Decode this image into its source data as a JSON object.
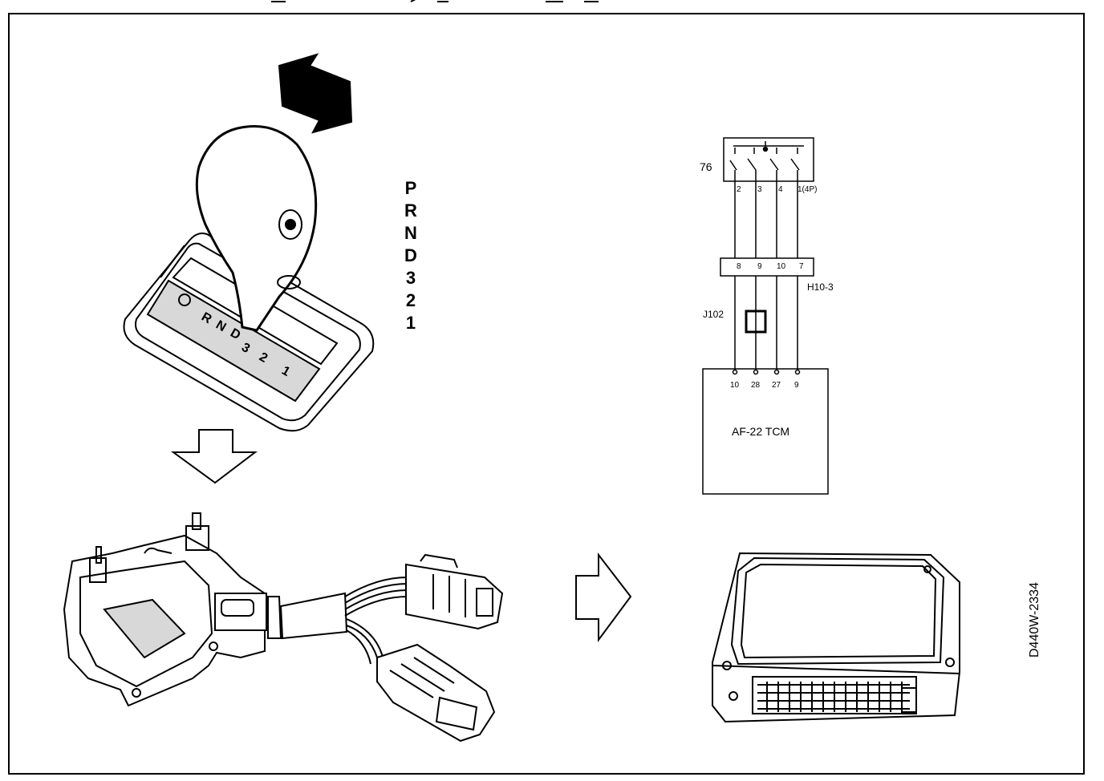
{
  "gear_positions": [
    "P",
    "R",
    "N",
    "D",
    "3",
    "2",
    "1"
  ],
  "gate_markings": [
    "R",
    "N",
    "D",
    "3",
    "2",
    "1"
  ],
  "schematic": {
    "switch_connector": "76",
    "switch_pins": [
      "2",
      "3",
      "4",
      "1(4P)"
    ],
    "intermediate_connector": "H10-3",
    "intermediate_pins": [
      "8",
      "9",
      "10",
      "7"
    ],
    "joint_connector": "J102",
    "tcm_label": "AF-22 TCM",
    "tcm_pins": [
      "10",
      "28",
      "27",
      "9"
    ]
  },
  "figure_code": "D440W-2334",
  "colors": {
    "ink": "#000000",
    "paper": "#ffffff",
    "shade": "#d8d8d8"
  }
}
